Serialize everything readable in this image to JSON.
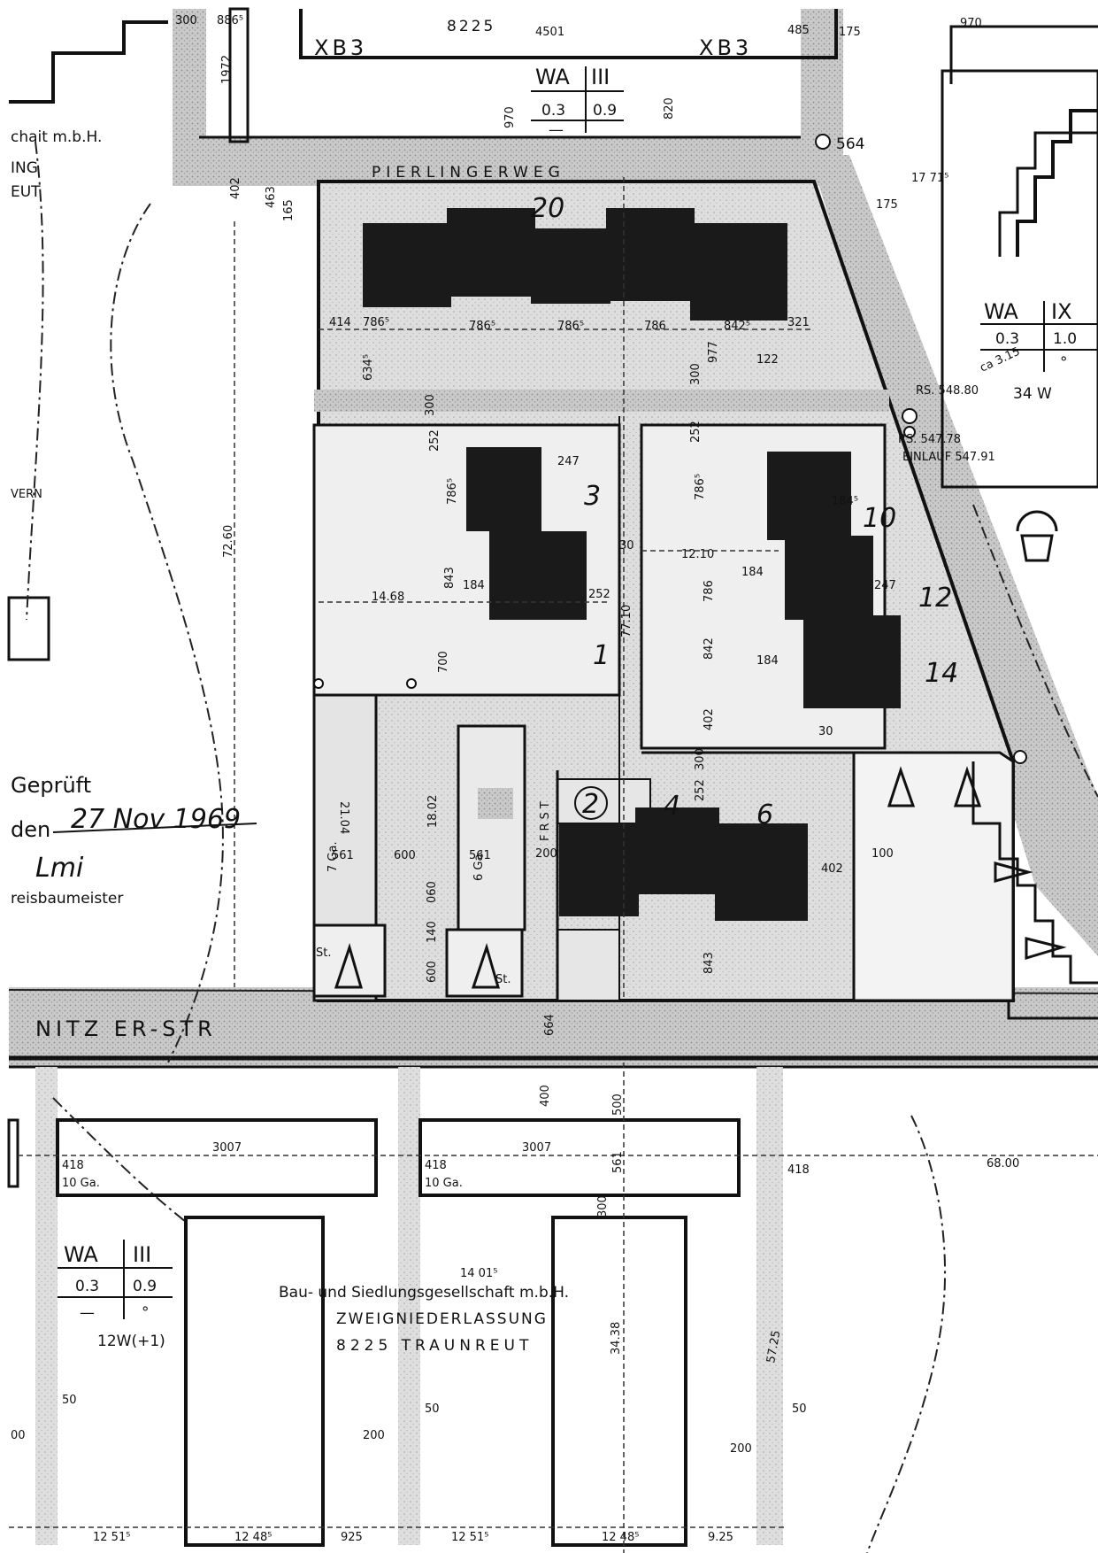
{
  "streets": {
    "top": "PIERLINGERWEG",
    "middle": "NITZ ER-STR",
    "lane": "FRST"
  },
  "zones": {
    "top_left_label": "XB3",
    "top_right_label": "XB3",
    "top_header": "8225",
    "top_header_dim": "4501",
    "wa_top": {
      "a": "WA",
      "b": "III",
      "c": "0.3",
      "d": "0.9",
      "e": "—"
    },
    "wa_right": {
      "a": "WA",
      "b": "IX",
      "c": "0.3",
      "d": "1.0",
      "e": "°",
      "f": "34 W"
    },
    "wa_bottom": {
      "a": "WA",
      "b": "III",
      "c": "0.3",
      "d": "0.9",
      "e": "—",
      "f": "°",
      "g": "12W(+1)"
    }
  },
  "neighbor_labels": {
    "top_left_1": "chait m.b.H.",
    "top_left_2": "ING",
    "top_left_3": "EUT",
    "left_mid": "VERN"
  },
  "survey": {
    "rs1": "RS. 548.80",
    "rs2": "RS. 547.78",
    "einlauf": "EINLAUF 547.91",
    "point564": "564",
    "ca": "ca 3.15"
  },
  "approval": {
    "line1": "Geprüft",
    "line2": "den",
    "date": "27 Nov 1969",
    "signature": "Lmi",
    "footer": "reisbaumeister"
  },
  "handwritten_numbers": {
    "n20": "20",
    "n3": "3",
    "n1": "1",
    "n10": "10",
    "n12": "12",
    "n14": "14",
    "n2": "2",
    "n4": "4",
    "n6": "6"
  },
  "stamp": {
    "line1": "Bau- und Siedlungsgesellschaft m.b.H.",
    "line2": "ZWEIGNIEDERLASSUNG",
    "line3": "8225 TRAUNREUT"
  },
  "garages": {
    "left": "10 Ga.",
    "right": "10 Ga.",
    "small1": "7 Ga.",
    "small2": "6 Ga.",
    "st1": "St.",
    "st2": "St."
  },
  "dims": {
    "d300": "300",
    "d886": "886⁵",
    "d1972": "1972",
    "d970": "970",
    "d820": "820",
    "d485": "485",
    "d175": "175",
    "d970r": "970",
    "d1771": "17 71⁵",
    "d175b": "175",
    "d402": "402",
    "d463": "463",
    "d165": "165",
    "r414": "414",
    "r786a": "786⁵",
    "r786b": "786⁵",
    "r786c": "786⁵",
    "r786d": "786",
    "r842": "842⁵",
    "r321": "321",
    "d634": "634⁵",
    "d300b": "300",
    "d252a": "252",
    "d786v": "786⁵",
    "d843": "843",
    "d247": "247",
    "d184": "184",
    "d252b": "252",
    "d1468": "14.68",
    "d700": "700",
    "d7260": "72.60",
    "d7710": "77.10",
    "d1210": "12.10",
    "d30": "30",
    "d252r": "252",
    "d786r": "786⁵",
    "d786r2": "786",
    "d842r": "842",
    "d402r": "402",
    "d184r": "184⁵",
    "d184r2": "184",
    "d247r": "247",
    "d184r3": "184",
    "d122": "122",
    "d300r": "300",
    "d977": "977",
    "d2104": "21.04",
    "d1802": "18.02",
    "d561a": "561",
    "d600": "600",
    "d561b": "561",
    "d200": "200",
    "d402b": "402",
    "d100": "100",
    "d300c": "300",
    "d252c": "252",
    "d30b": "30",
    "d960": "060",
    "d140": "140",
    "d600b": "600",
    "d843b": "843",
    "d664": "664",
    "d400": "400",
    "d500": "500",
    "d561c": "561",
    "d300d": "300",
    "g418a": "418",
    "g3007a": "3007",
    "g418b": "418",
    "g3007b": "3007",
    "g418c": "418",
    "g6800": "68.00",
    "b1401": "14 01⁵",
    "b3438": "34.38",
    "b5725": "57.25",
    "b50a": "50",
    "b50b": "50",
    "b50c": "50",
    "b200a": "200",
    "b200b": "200",
    "b00": "00",
    "f1251a": "12 51⁵",
    "f1248a": "12 48⁵",
    "f925a": "925",
    "f1251b": "12 51⁵",
    "f1248b": "12 48⁵",
    "f925b": "9.25"
  }
}
